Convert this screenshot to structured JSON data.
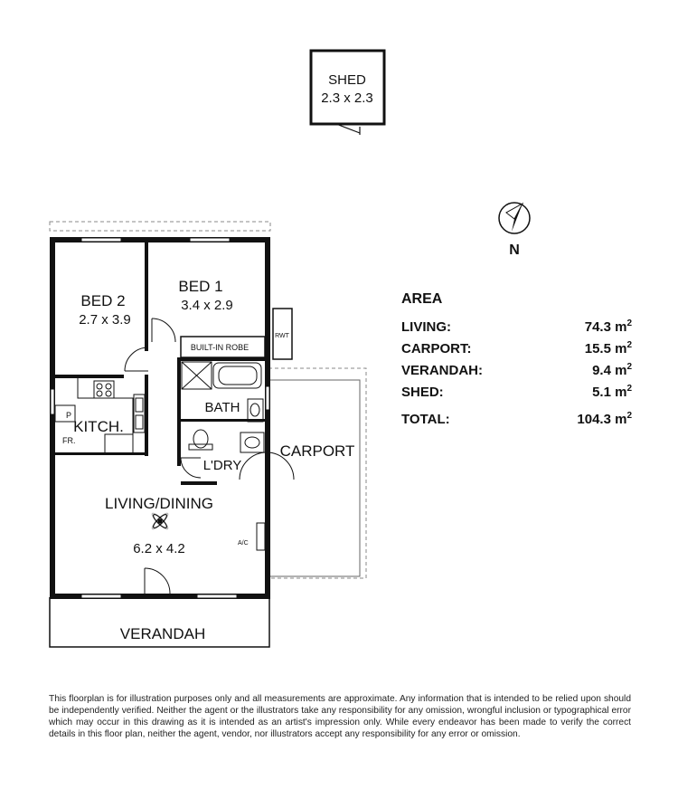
{
  "shed": {
    "name": "SHED",
    "size": "2.3 x 2.3"
  },
  "compass": {
    "label": "N"
  },
  "rooms": {
    "bed1": {
      "name": "BED 1",
      "size": "3.4 x 2.9"
    },
    "bed2": {
      "name": "BED 2",
      "size": "2.7 x 3.9"
    },
    "robe": "BUILT-IN ROBE",
    "rwt": "RWT",
    "bath": "BATH",
    "kitchen": "KITCH.",
    "pantry": "P",
    "fridge": "FR.",
    "laundry": "L'DRY",
    "carport": "CARPORT",
    "living": {
      "name": "LIVING/DINING",
      "size": "6.2 x 4.2"
    },
    "ac": "A/C",
    "verandah": "VERANDAH"
  },
  "area": {
    "title": "AREA",
    "rows": [
      {
        "label": "LIVING:",
        "value": "74.3 m",
        "unit": "2"
      },
      {
        "label": "CARPORT:",
        "value": "15.5 m",
        "unit": "2"
      },
      {
        "label": "VERANDAH:",
        "value": "9.4 m",
        "unit": "2"
      },
      {
        "label": "SHED:",
        "value": "5.1 m",
        "unit": "2"
      }
    ],
    "total": {
      "label": "TOTAL:",
      "value": "104.3 m",
      "unit": "2"
    }
  },
  "disclaimer": "This floorplan is for illustration purposes only and all measurements are approximate. Any information that is intended to be relied upon should be independently verified. Neither the agent or the illustrators take any responsibility for any omission, wrongful inclusion or typographical error which may occur in this drawing as it is intended as an artist's impression only. While every endeavor has been made to verify the correct details in this floor plan, neither the agent, vendor, nor illustrators accept any responsibility for any error or omission."
}
